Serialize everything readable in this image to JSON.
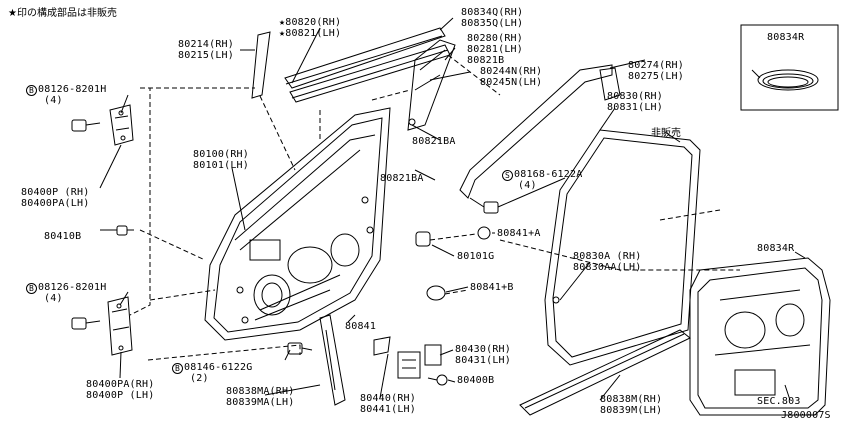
{
  "note": "★印の構成部品は非販売",
  "not_sold": "非販売",
  "diagram_id": "J800007S",
  "labels": {
    "p80834r_box": "80834R",
    "p80820": "★80820(RH)",
    "p80821": "★80821(LH)",
    "p80834": "80834Q(RH)",
    "p80835": "80835Q(LH)",
    "p80214": "80214(RH)",
    "p80215": "80215(LH)",
    "p80280": "80280(RH)",
    "p80281": "80281(LH)",
    "p80821b": "80821B",
    "p80244": "80244N(RH)",
    "p80245": "80245N(LH)",
    "p80274": "80274(RH)",
    "p80275": "80275(LH)",
    "p80830": "80830(RH)",
    "p80831": "80831(LH)",
    "p08126a": "08126-8201H",
    "p08126a_q": "(4)",
    "p80400p1": "80400P (RH)",
    "p80400pa1": "80400PA(LH)",
    "p80410b": "80410B",
    "p08126b": "08126-8201H",
    "p08126b_q": "(4)",
    "p80400pa2": "80400PA(RH)",
    "p80400p2": "80400P (LH)",
    "p80100": "80100(RH)",
    "p80101": "80101(LH)",
    "p80821ba1": "80821BA",
    "p80821ba2": "80821BA",
    "p08168": "08168-6122A",
    "p08168_q": "(4)",
    "p80841a": "80841+A",
    "p80101g": "80101G",
    "p80841b": "80841+B",
    "p80841": "80841",
    "p08146": "08146-6122G",
    "p08146_q": "(2)",
    "p80838ma": "80838MA(RH)",
    "p80839ma": "80839MA(LH)",
    "p80440": "80440(RH)",
    "p80441": "80441(LH)",
    "p80430": "80430(RH)",
    "p80431": "80431(LH)",
    "p80400b": "80400B",
    "p80830a": "80830A (RH)",
    "p80830aa": "80830AA(LH)",
    "p80838m": "80838M(RH)",
    "p80839m": "80839M(LH)",
    "p80834r": "80834R",
    "sec803": "SEC.803"
  },
  "markers": {
    "bolt_b": "B",
    "screw_s": "S"
  },
  "icons": [
    "front-door-panel-drawing",
    "hinge-drawing",
    "bolt-drawing",
    "door-seal-drawing",
    "door-sash-drawing",
    "moulding-drawing",
    "door-lock-drawing",
    "check-link-drawing",
    "sealing-screen-drawing",
    "clip-drawing",
    "plug-drawing"
  ]
}
